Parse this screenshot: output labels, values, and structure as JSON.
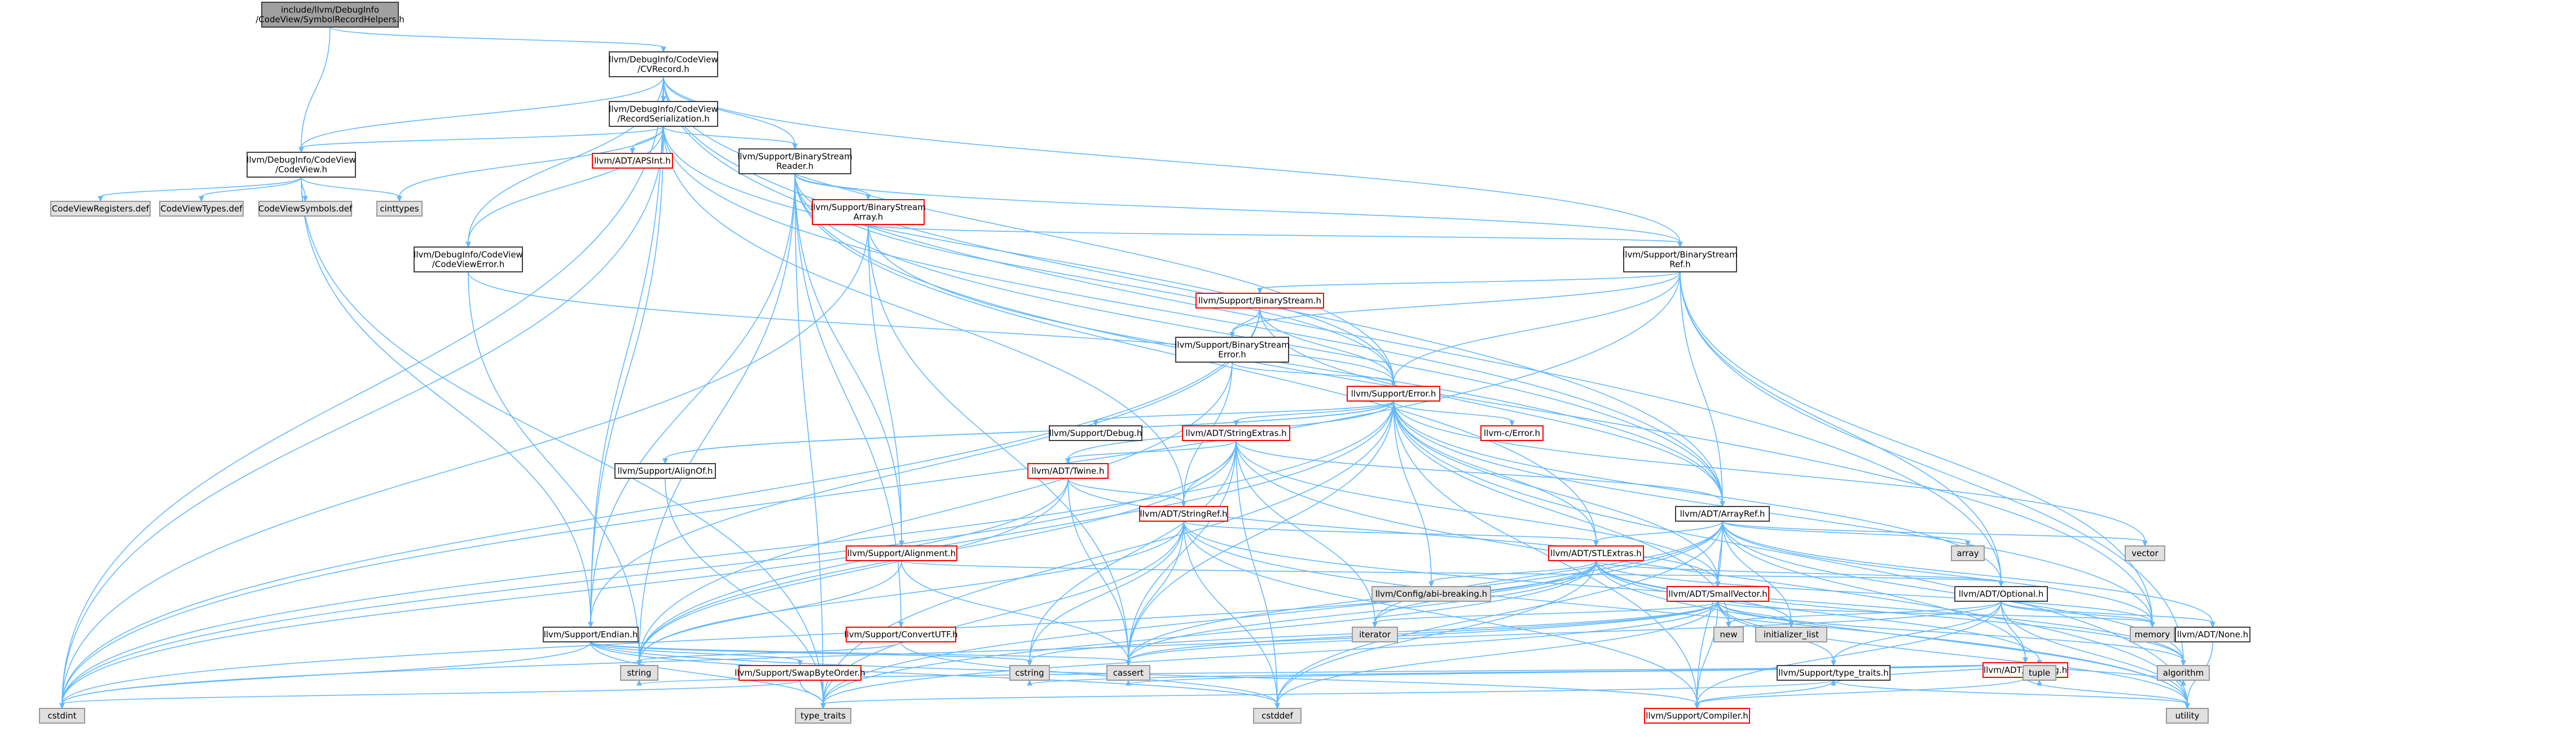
{
  "colors": {
    "root_fill": "#a0a0a0",
    "doc_fill": "#ffffff",
    "doc_stroke": "#404040",
    "sys_fill": "#e0e0e0",
    "sys_stroke": "#999999",
    "trunc_stroke": "#ff0000",
    "edge": "#63b8ff",
    "text": "#000000"
  },
  "nodes": [
    {
      "id": "root",
      "kind": "root",
      "lines": [
        "include/llvm/DebugInfo",
        "/CodeView/SymbolRecordHelpers.h"
      ]
    },
    {
      "id": "cvrecord",
      "kind": "doc",
      "lines": [
        "llvm/DebugInfo/CodeView",
        "/CVRecord.h"
      ]
    },
    {
      "id": "codeview",
      "kind": "doc",
      "lines": [
        "llvm/DebugInfo/CodeView",
        "/CodeView.h"
      ]
    },
    {
      "id": "recser",
      "kind": "doc",
      "lines": [
        "llvm/DebugInfo/CodeView",
        "/RecordSerialization.h"
      ]
    },
    {
      "id": "apsint",
      "kind": "trunc",
      "lines": [
        "llvm/ADT/APSInt.h"
      ]
    },
    {
      "id": "bsreader",
      "kind": "doc",
      "lines": [
        "llvm/Support/BinaryStream",
        "Reader.h"
      ]
    },
    {
      "id": "regdef",
      "kind": "sys",
      "lines": [
        "CodeViewRegisters.def"
      ]
    },
    {
      "id": "typdef",
      "kind": "sys",
      "lines": [
        "CodeViewTypes.def"
      ]
    },
    {
      "id": "symdef",
      "kind": "sys",
      "lines": [
        "CodeViewSymbols.def"
      ]
    },
    {
      "id": "cinttypes",
      "kind": "sys",
      "lines": [
        "cinttypes"
      ]
    },
    {
      "id": "bsarray",
      "kind": "trunc",
      "lines": [
        "llvm/Support/BinaryStream",
        "Array.h"
      ]
    },
    {
      "id": "cverror",
      "kind": "doc",
      "lines": [
        "llvm/DebugInfo/CodeView",
        "/CodeViewError.h"
      ]
    },
    {
      "id": "bsref",
      "kind": "doc",
      "lines": [
        "llvm/Support/BinaryStream",
        "Ref.h"
      ]
    },
    {
      "id": "bstream",
      "kind": "trunc",
      "lines": [
        "llvm/Support/BinaryStream.h"
      ]
    },
    {
      "id": "bserror",
      "kind": "doc",
      "lines": [
        "llvm/Support/BinaryStream",
        "Error.h"
      ]
    },
    {
      "id": "error",
      "kind": "trunc",
      "lines": [
        "llvm/Support/Error.h"
      ]
    },
    {
      "id": "debug",
      "kind": "doc",
      "lines": [
        "llvm/Support/Debug.h"
      ]
    },
    {
      "id": "strextras",
      "kind": "trunc",
      "lines": [
        "llvm/ADT/StringExtras.h"
      ]
    },
    {
      "id": "cerror",
      "kind": "trunc",
      "lines": [
        "llvm-c/Error.h"
      ]
    },
    {
      "id": "twine",
      "kind": "trunc",
      "lines": [
        "llvm/ADT/Twine.h"
      ]
    },
    {
      "id": "alignof",
      "kind": "doc",
      "lines": [
        "llvm/Support/AlignOf.h"
      ]
    },
    {
      "id": "arrayref",
      "kind": "doc",
      "lines": [
        "llvm/ADT/ArrayRef.h"
      ]
    },
    {
      "id": "strref",
      "kind": "trunc",
      "lines": [
        "llvm/ADT/StringRef.h"
      ]
    },
    {
      "id": "align",
      "kind": "trunc",
      "lines": [
        "llvm/Support/Alignment.h"
      ]
    },
    {
      "id": "array",
      "kind": "sys",
      "lines": [
        "array"
      ]
    },
    {
      "id": "vector",
      "kind": "sys",
      "lines": [
        "vector"
      ]
    },
    {
      "id": "stlextras",
      "kind": "trunc",
      "lines": [
        "llvm/ADT/STLExtras.h"
      ]
    },
    {
      "id": "configab",
      "kind": "sys",
      "lines": [
        "llvm/Config/abi-breaking.h"
      ]
    },
    {
      "id": "smallvec",
      "kind": "trunc",
      "lines": [
        "llvm/ADT/SmallVector.h"
      ]
    },
    {
      "id": "optional",
      "kind": "doc",
      "lines": [
        "llvm/ADT/Optional.h"
      ]
    },
    {
      "id": "convutf",
      "kind": "trunc",
      "lines": [
        "llvm/Support/ConvertUTF.h"
      ]
    },
    {
      "id": "endian",
      "kind": "doc",
      "lines": [
        "llvm/Support/Endian.h"
      ]
    },
    {
      "id": "iterator",
      "kind": "sys",
      "lines": [
        "iterator"
      ]
    },
    {
      "id": "new",
      "kind": "sys",
      "lines": [
        "new"
      ]
    },
    {
      "id": "initlist",
      "kind": "sys",
      "lines": [
        "initializer_list"
      ]
    },
    {
      "id": "memory",
      "kind": "sys",
      "lines": [
        "memory"
      ]
    },
    {
      "id": "none",
      "kind": "doc",
      "lines": [
        "llvm/ADT/None.h"
      ]
    },
    {
      "id": "hashing",
      "kind": "trunc",
      "lines": [
        "llvm/ADT/Hashing.h"
      ]
    },
    {
      "id": "swap",
      "kind": "trunc",
      "lines": [
        "llvm/Support/SwapByteOrder.h"
      ]
    },
    {
      "id": "string",
      "kind": "sys",
      "lines": [
        "string"
      ]
    },
    {
      "id": "cstring",
      "kind": "sys",
      "lines": [
        "cstring"
      ]
    },
    {
      "id": "cassert",
      "kind": "sys",
      "lines": [
        "cassert"
      ]
    },
    {
      "id": "tuple",
      "kind": "sys",
      "lines": [
        "tuple"
      ]
    },
    {
      "id": "algorithm",
      "kind": "sys",
      "lines": [
        "algorithm"
      ]
    },
    {
      "id": "typetraitsh",
      "kind": "doc",
      "lines": [
        "llvm/Support/type_traits.h"
      ]
    },
    {
      "id": "cstdint",
      "kind": "sys",
      "lines": [
        "cstdint"
      ]
    },
    {
      "id": "typetraits",
      "kind": "sys",
      "lines": [
        "type_traits"
      ]
    },
    {
      "id": "cstddef",
      "kind": "sys",
      "lines": [
        "cstddef"
      ]
    },
    {
      "id": "compiler",
      "kind": "trunc",
      "lines": [
        "llvm/Support/Compiler.h"
      ]
    },
    {
      "id": "utility",
      "kind": "sys",
      "lines": [
        "utility"
      ]
    }
  ],
  "edges": [
    [
      "root",
      "cvrecord"
    ],
    [
      "root",
      "codeview"
    ],
    [
      "cvrecord",
      "codeview"
    ],
    [
      "cvrecord",
      "recser"
    ],
    [
      "cvrecord",
      "cverror"
    ],
    [
      "cvrecord",
      "arrayref"
    ],
    [
      "cvrecord",
      "optional"
    ],
    [
      "cvrecord",
      "bsreader"
    ],
    [
      "cvrecord",
      "bsref"
    ],
    [
      "cvrecord",
      "error"
    ],
    [
      "cvrecord",
      "cstdint"
    ],
    [
      "cvrecord",
      "endian"
    ],
    [
      "codeview",
      "regdef"
    ],
    [
      "codeview",
      "typdef"
    ],
    [
      "codeview",
      "symdef"
    ],
    [
      "codeview",
      "cinttypes"
    ],
    [
      "codeview",
      "type_traits_sys"
    ],
    [
      "codeview",
      "endian"
    ],
    [
      "recser",
      "apsint"
    ],
    [
      "recser",
      "arrayref"
    ],
    [
      "recser",
      "strref"
    ],
    [
      "recser",
      "codeview"
    ],
    [
      "recser",
      "cverror"
    ],
    [
      "recser",
      "bsreader"
    ],
    [
      "recser",
      "endian"
    ],
    [
      "recser",
      "error"
    ],
    [
      "recser",
      "cinttypes"
    ],
    [
      "recser",
      "cstdint"
    ],
    [
      "bsreader",
      "bsarray"
    ],
    [
      "bsreader",
      "arrayref"
    ],
    [
      "bsreader",
      "stlextras"
    ],
    [
      "bsreader",
      "align"
    ],
    [
      "bsreader",
      "convutf"
    ],
    [
      "bsreader",
      "endian"
    ],
    [
      "bsreader",
      "bsref"
    ],
    [
      "bsreader",
      "error"
    ],
    [
      "bsreader",
      "type_traits_sys"
    ],
    [
      "bsreader",
      "string"
    ],
    [
      "bsreader",
      "memory"
    ],
    [
      "bsarray",
      "arrayref"
    ],
    [
      "bsarray",
      "bsref"
    ],
    [
      "bsarray",
      "align"
    ],
    [
      "bsarray",
      "cassert"
    ],
    [
      "bsarray",
      "cstdint"
    ],
    [
      "cverror",
      "error"
    ],
    [
      "cverror",
      "string"
    ],
    [
      "bsref",
      "bstream"
    ],
    [
      "bsref",
      "arrayref"
    ],
    [
      "bsref",
      "optional"
    ],
    [
      "bsref",
      "bserror"
    ],
    [
      "bsref",
      "error"
    ],
    [
      "bsref",
      "algorithm"
    ],
    [
      "bsref",
      "cstdint"
    ],
    [
      "bsref",
      "memory"
    ],
    [
      "bstream",
      "bserror"
    ],
    [
      "bstream",
      "arrayref"
    ],
    [
      "bstream",
      "error"
    ],
    [
      "bstream",
      "cstdint"
    ],
    [
      "bstream",
      "endian"
    ],
    [
      "bserror",
      "strref"
    ],
    [
      "bserror",
      "error"
    ],
    [
      "bserror",
      "string"
    ],
    [
      "error",
      "cerror"
    ],
    [
      "error",
      "stlextras"
    ],
    [
      "error",
      "smallvec"
    ],
    [
      "error",
      "strextras"
    ],
    [
      "error",
      "twine"
    ],
    [
      "error",
      "configab"
    ],
    [
      "error",
      "alignof"
    ],
    [
      "error",
      "compiler"
    ],
    [
      "error",
      "debug"
    ],
    [
      "error",
      "cassert"
    ],
    [
      "error",
      "cstdint"
    ],
    [
      "error",
      "memory"
    ],
    [
      "error",
      "new"
    ],
    [
      "error",
      "string"
    ],
    [
      "error",
      "utility"
    ],
    [
      "error",
      "vector"
    ],
    [
      "error",
      "type_traits_sys"
    ],
    [
      "error",
      "optional"
    ],
    [
      "error",
      "alignof"
    ],
    [
      "strextras",
      "arrayref"
    ],
    [
      "strextras",
      "smallvec"
    ],
    [
      "strextras",
      "strref"
    ],
    [
      "strextras",
      "twine"
    ],
    [
      "strextras",
      "cassert"
    ],
    [
      "strextras",
      "cstddef"
    ],
    [
      "strextras",
      "cstdint"
    ],
    [
      "strextras",
      "cstring"
    ],
    [
      "strextras",
      "iterator"
    ],
    [
      "strextras",
      "string"
    ],
    [
      "strextras",
      "utility"
    ],
    [
      "twine",
      "smallvec"
    ],
    [
      "twine",
      "strref"
    ],
    [
      "twine",
      "cassert"
    ],
    [
      "twine",
      "cstdint"
    ],
    [
      "twine",
      "string"
    ],
    [
      "alignof",
      "type_traits_sys"
    ],
    [
      "arrayref",
      "hashing"
    ],
    [
      "arrayref",
      "none"
    ],
    [
      "arrayref",
      "smallvec"
    ],
    [
      "arrayref",
      "stlextras"
    ],
    [
      "arrayref",
      "compiler"
    ],
    [
      "arrayref",
      "algorithm"
    ],
    [
      "arrayref",
      "array"
    ],
    [
      "arrayref",
      "cassert"
    ],
    [
      "arrayref",
      "cstddef"
    ],
    [
      "arrayref",
      "initlist"
    ],
    [
      "arrayref",
      "iterator"
    ],
    [
      "arrayref",
      "memory"
    ],
    [
      "arrayref",
      "type_traits_sys"
    ],
    [
      "arrayref",
      "vector"
    ],
    [
      "strref",
      "stlextras"
    ],
    [
      "strref",
      "compiler"
    ],
    [
      "strref",
      "algorithm"
    ],
    [
      "strref",
      "cassert"
    ],
    [
      "strref",
      "cstddef"
    ],
    [
      "strref",
      "cstring"
    ],
    [
      "strref",
      "limits"
    ],
    [
      "strref",
      "string"
    ],
    [
      "strref",
      "type_traits_sys"
    ],
    [
      "strref",
      "utility"
    ],
    [
      "align",
      "optional"
    ],
    [
      "align",
      "cassert"
    ],
    [
      "align",
      "string"
    ],
    [
      "stlextras",
      "optional"
    ],
    [
      "stlextras",
      "configab"
    ],
    [
      "stlextras",
      "algorithm"
    ],
    [
      "stlextras",
      "cassert"
    ],
    [
      "stlextras",
      "cstddef"
    ],
    [
      "stlextras",
      "cstdint"
    ],
    [
      "stlextras",
      "initlist"
    ],
    [
      "stlextras",
      "iterator"
    ],
    [
      "stlextras",
      "memory"
    ],
    [
      "stlextras",
      "tuple"
    ],
    [
      "stlextras",
      "type_traits_sys"
    ],
    [
      "stlextras",
      "utility"
    ],
    [
      "smallvec",
      "compiler"
    ],
    [
      "smallvec",
      "typetraitsh"
    ],
    [
      "smallvec",
      "algorithm"
    ],
    [
      "smallvec",
      "cassert"
    ],
    [
      "smallvec",
      "cstddef"
    ],
    [
      "smallvec",
      "cstdint"
    ],
    [
      "smallvec",
      "cstring"
    ],
    [
      "smallvec",
      "initlist"
    ],
    [
      "smallvec",
      "iterator"
    ],
    [
      "smallvec",
      "memory"
    ],
    [
      "smallvec",
      "new"
    ],
    [
      "smallvec",
      "type_traits_sys"
    ],
    [
      "smallvec",
      "utility"
    ],
    [
      "optional",
      "hashing"
    ],
    [
      "optional",
      "none"
    ],
    [
      "optional",
      "compiler"
    ],
    [
      "optional",
      "typetraitsh"
    ],
    [
      "optional",
      "cassert"
    ],
    [
      "optional",
      "memory"
    ],
    [
      "optional",
      "new"
    ],
    [
      "optional",
      "utility"
    ],
    [
      "convutf",
      "string"
    ],
    [
      "convutf",
      "cstddef"
    ],
    [
      "endian",
      "swap"
    ],
    [
      "endian",
      "compiler"
    ],
    [
      "endian",
      "cassert"
    ],
    [
      "endian",
      "cstddef"
    ],
    [
      "endian",
      "cstdint"
    ],
    [
      "endian",
      "cstring"
    ],
    [
      "endian",
      "type_traits_sys"
    ],
    [
      "hashing",
      "compiler"
    ],
    [
      "hashing",
      "typetraitsh"
    ],
    [
      "hashing",
      "algorithm"
    ],
    [
      "hashing",
      "cassert"
    ],
    [
      "hashing",
      "cstring"
    ],
    [
      "hashing",
      "string"
    ],
    [
      "hashing",
      "tuple"
    ],
    [
      "hashing",
      "utility"
    ],
    [
      "swap",
      "cstdint"
    ],
    [
      "swap",
      "type_traits_sys"
    ],
    [
      "typetraitsh",
      "compiler"
    ],
    [
      "typetraitsh",
      "type_traits_sys"
    ],
    [
      "typetraitsh",
      "utility"
    ],
    [
      "none",
      "utility"
    ]
  ]
}
